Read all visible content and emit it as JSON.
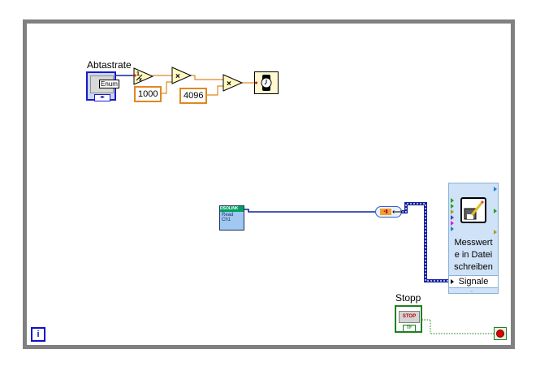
{
  "diagram": {
    "loop": {
      "type": "while-loop",
      "iteration_terminal": "i"
    },
    "controls": {
      "sampling_rate": {
        "label": "Abtastrate",
        "display": "Enum"
      },
      "stop": {
        "label": "Stopp",
        "button_text": "STOP",
        "type_badge": "TF"
      }
    },
    "constants": {
      "c1000": "1000",
      "c4096": "4096"
    },
    "functions": {
      "reciprocal": {
        "glyph": "1/x"
      },
      "multiply1": {
        "glyph": "×"
      },
      "multiply2": {
        "glyph": "×"
      },
      "wait_timer": {
        "name": "Wait (ms)"
      }
    },
    "daq": {
      "header": "DSOLINK",
      "line1": "Read",
      "line2": "Ch1"
    },
    "converter": {
      "glyph": "⟷"
    },
    "express_vi": {
      "title": "Messwerte in Datei schreiben",
      "title_lines": [
        "Messwert",
        "e in Datei",
        "schreiben"
      ],
      "input_terminal": "Signale",
      "expand": "⌄"
    },
    "colors": {
      "loop_frame": "#808080",
      "numeric_wire": "#e08820",
      "dbl_wire": "#1020a0",
      "bool_wire": "#208020",
      "express_bg": "#cfe2f7"
    }
  }
}
